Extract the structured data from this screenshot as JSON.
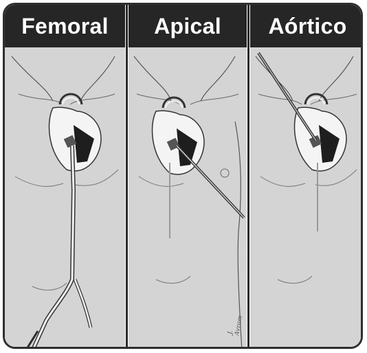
{
  "panels": [
    {
      "id": "femoral",
      "label": "Femoral"
    },
    {
      "id": "apical",
      "label": "Apical"
    },
    {
      "id": "aortico",
      "label": "Aórtico"
    }
  ],
  "colors": {
    "skin": "#d4d4d4",
    "header": "#262626",
    "heart": "#ffffff",
    "line": "#3a3a3a",
    "catheter_dark": "#2d2d2d"
  }
}
